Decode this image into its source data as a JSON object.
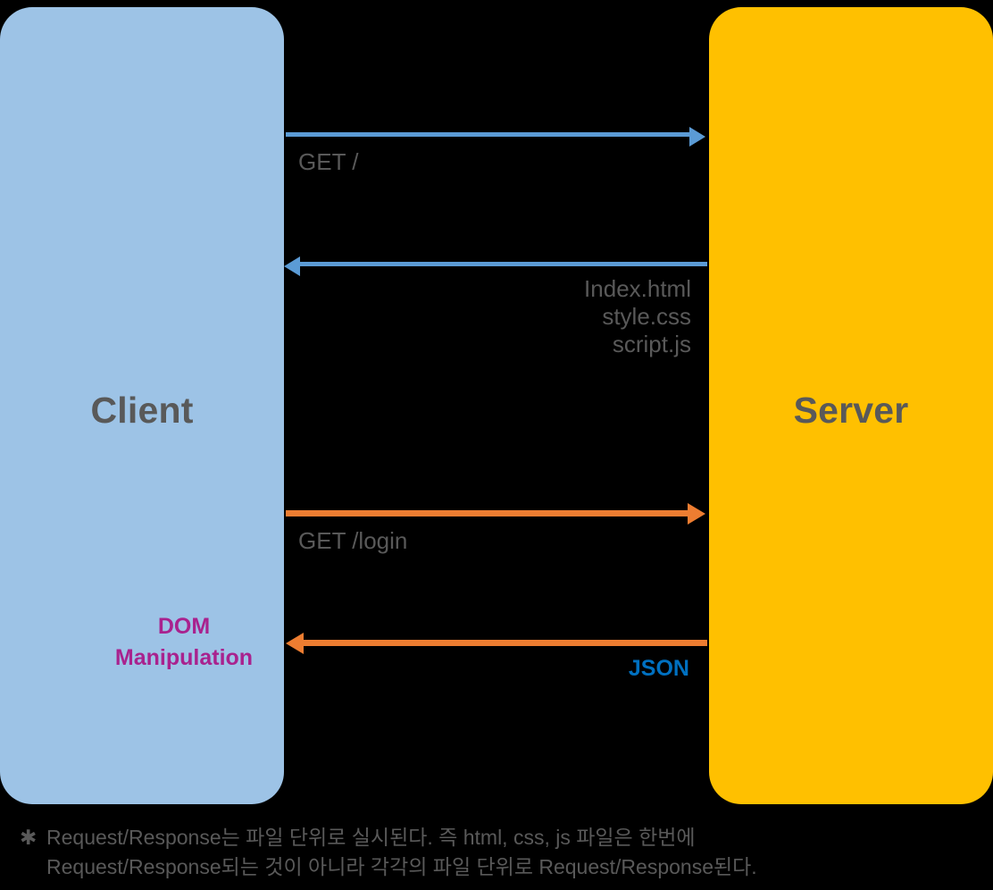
{
  "diagram": {
    "type": "sequence-diagram",
    "actors": [
      {
        "id": "client",
        "label": "Client",
        "color": "#9DC3E6",
        "text_color": "#595959"
      },
      {
        "id": "server",
        "label": "Server",
        "color": "#FFC000",
        "text_color": "#595959"
      }
    ],
    "messages": [
      {
        "id": "get-root",
        "label": "GET /",
        "from": "client",
        "to": "server",
        "direction": "right",
        "color": "#5B9BD5",
        "label_color": "#595959"
      },
      {
        "id": "static-files",
        "label_lines": [
          "Index.html",
          "style.css",
          "script.js"
        ],
        "line1": "Index.html",
        "line2": "style.css",
        "line3": "script.js",
        "from": "server",
        "to": "client",
        "direction": "left",
        "color": "#5B9BD5",
        "label_color": "#595959"
      },
      {
        "id": "get-login",
        "label": "GET /login",
        "from": "client",
        "to": "server",
        "direction": "right",
        "color": "#ED7D31",
        "label_color": "#595959"
      },
      {
        "id": "json",
        "label": "JSON",
        "from": "server",
        "to": "client",
        "direction": "left",
        "color": "#ED7D31",
        "label_color": "#0070C0"
      }
    ],
    "annotations": [
      {
        "id": "dom-manipulation",
        "line1": "DOM",
        "line2": "Manipulation",
        "color": "#A9228E",
        "placed_in": "client"
      }
    ],
    "footnote": {
      "marker": "✱",
      "line1": "Request/Response는 파일 단위로 실시된다. 즉 html, css, js 파일은 한번에",
      "line2": "Request/Response되는 것이 아니라 각각의 파일 단위로 Request/Response된다.",
      "color": "#595959"
    },
    "background_color": "#000000"
  }
}
